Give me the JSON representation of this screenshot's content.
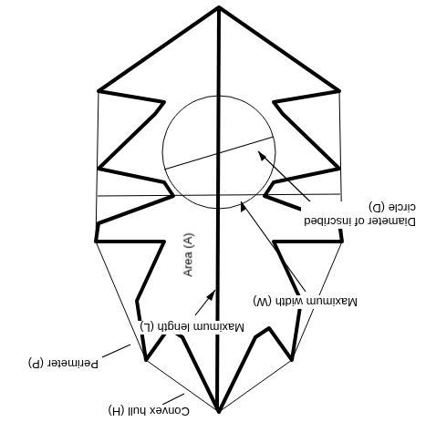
{
  "diagram": {
    "labels": [
      "Convex hull (H)",
      "Perimeter (P)",
      "Maximum length (L)",
      "Maximum width (W)",
      "Diameter of inscribed circle (D)",
      "Area (A)"
    ]
  }
}
